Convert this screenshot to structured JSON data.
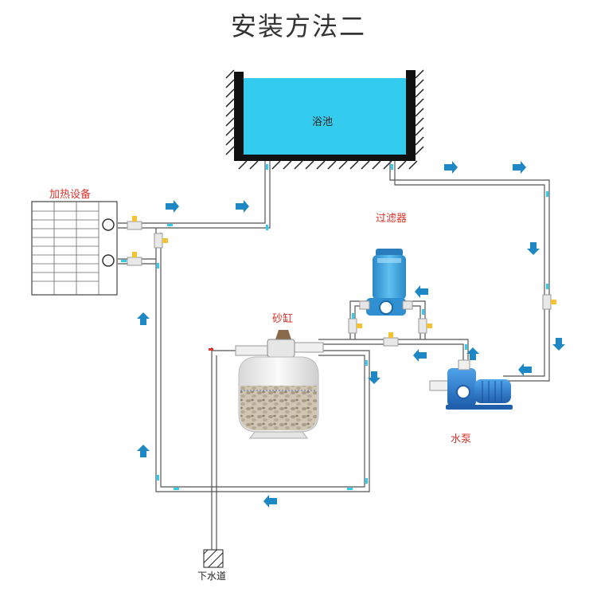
{
  "title": "安装方法二",
  "labels": {
    "pool": "浴池",
    "heater": "加热设备",
    "filter": "过滤器",
    "sand_tank": "砂缸",
    "pump": "水泵",
    "drain": "下水道"
  },
  "colors": {
    "water": "#33ccee",
    "arrow": "#1e88c4",
    "label_red": "#e0332a",
    "filter_body": "#3aa6e0",
    "pump_body": "#2f7fd0",
    "valve": "#f4c233"
  }
}
